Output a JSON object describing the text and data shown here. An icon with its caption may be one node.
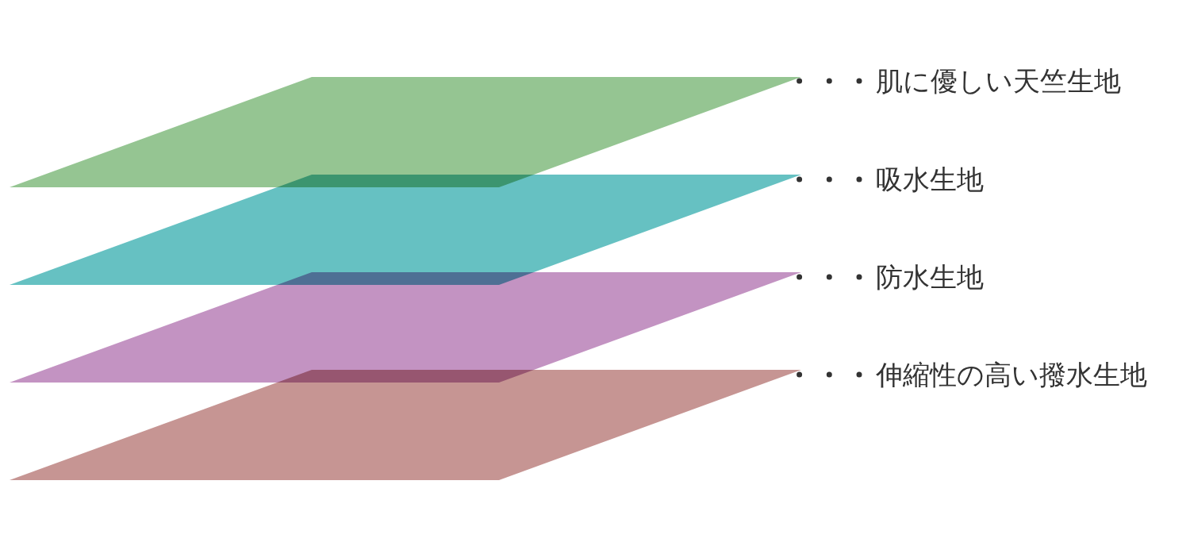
{
  "diagram": {
    "nodes": [
      {
        "text": [],
        "shape": "parallelogram"
      },
      {
        "text": [],
        "shape": "parallelogram"
      },
      {
        "text": [],
        "shape": "parallelogram"
      },
      {
        "text": [],
        "shape": "parallelogram"
      },
      {
        "text": [
          "肌に優しい天竺生地"
        ]
      },
      {
        "text": [
          "吸水生地"
        ]
      },
      {
        "text": [
          "防水生地"
        ]
      },
      {
        "text": [
          "伸縮性の高い撥水生地"
        ]
      }
    ],
    "edges": [
      {
        "from": 4,
        "to": 0,
        "arrow": "none",
        "style": "dashed"
      },
      {
        "from": 5,
        "to": 1,
        "arrow": "none",
        "style": "dashed"
      },
      {
        "from": 6,
        "to": 2,
        "arrow": "none",
        "style": "dashed"
      },
      {
        "from": 7,
        "to": 3,
        "arrow": "none",
        "style": "dashed"
      }
    ]
  }
}
